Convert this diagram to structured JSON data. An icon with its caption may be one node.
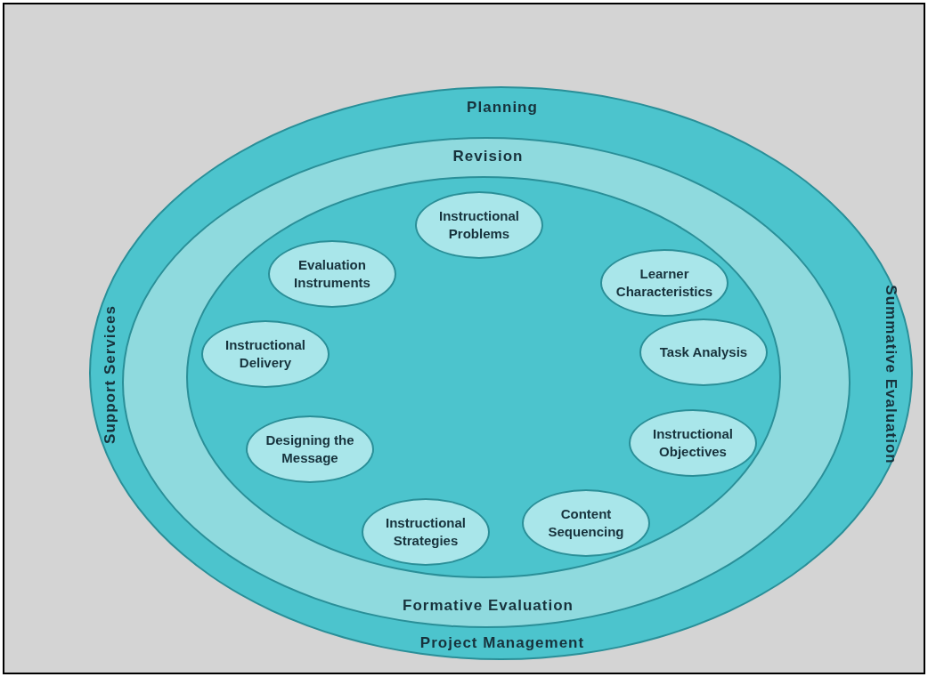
{
  "diagram": {
    "nodes": [
      {
        "text": [
          "Planning",
          "Support Services",
          "Summative Evaluation",
          "Project Management"
        ]
      },
      {
        "text": [
          "Revision",
          "Formative Evaluation"
        ],
        "in": 0
      },
      {
        "text": [],
        "shape": "ellipse",
        "in": 1
      },
      {
        "text": [
          "Instructional Problems"
        ],
        "in": 2
      },
      {
        "text": [
          "Learner Characteristics"
        ],
        "in": 2
      },
      {
        "text": [
          "Task Analysis"
        ],
        "in": 2
      },
      {
        "text": [
          "Instructional Objectives"
        ],
        "in": 2
      },
      {
        "text": [
          "Content Sequencing"
        ],
        "in": 2
      },
      {
        "text": [
          "Instructional Strategies"
        ],
        "in": 2
      },
      {
        "text": [
          "Designing the Message"
        ],
        "in": 2
      },
      {
        "text": [
          "Instructional Delivery"
        ],
        "in": 2
      },
      {
        "text": [
          "Evaluation Instruments"
        ],
        "in": 2
      }
    ],
    "edges": []
  }
}
